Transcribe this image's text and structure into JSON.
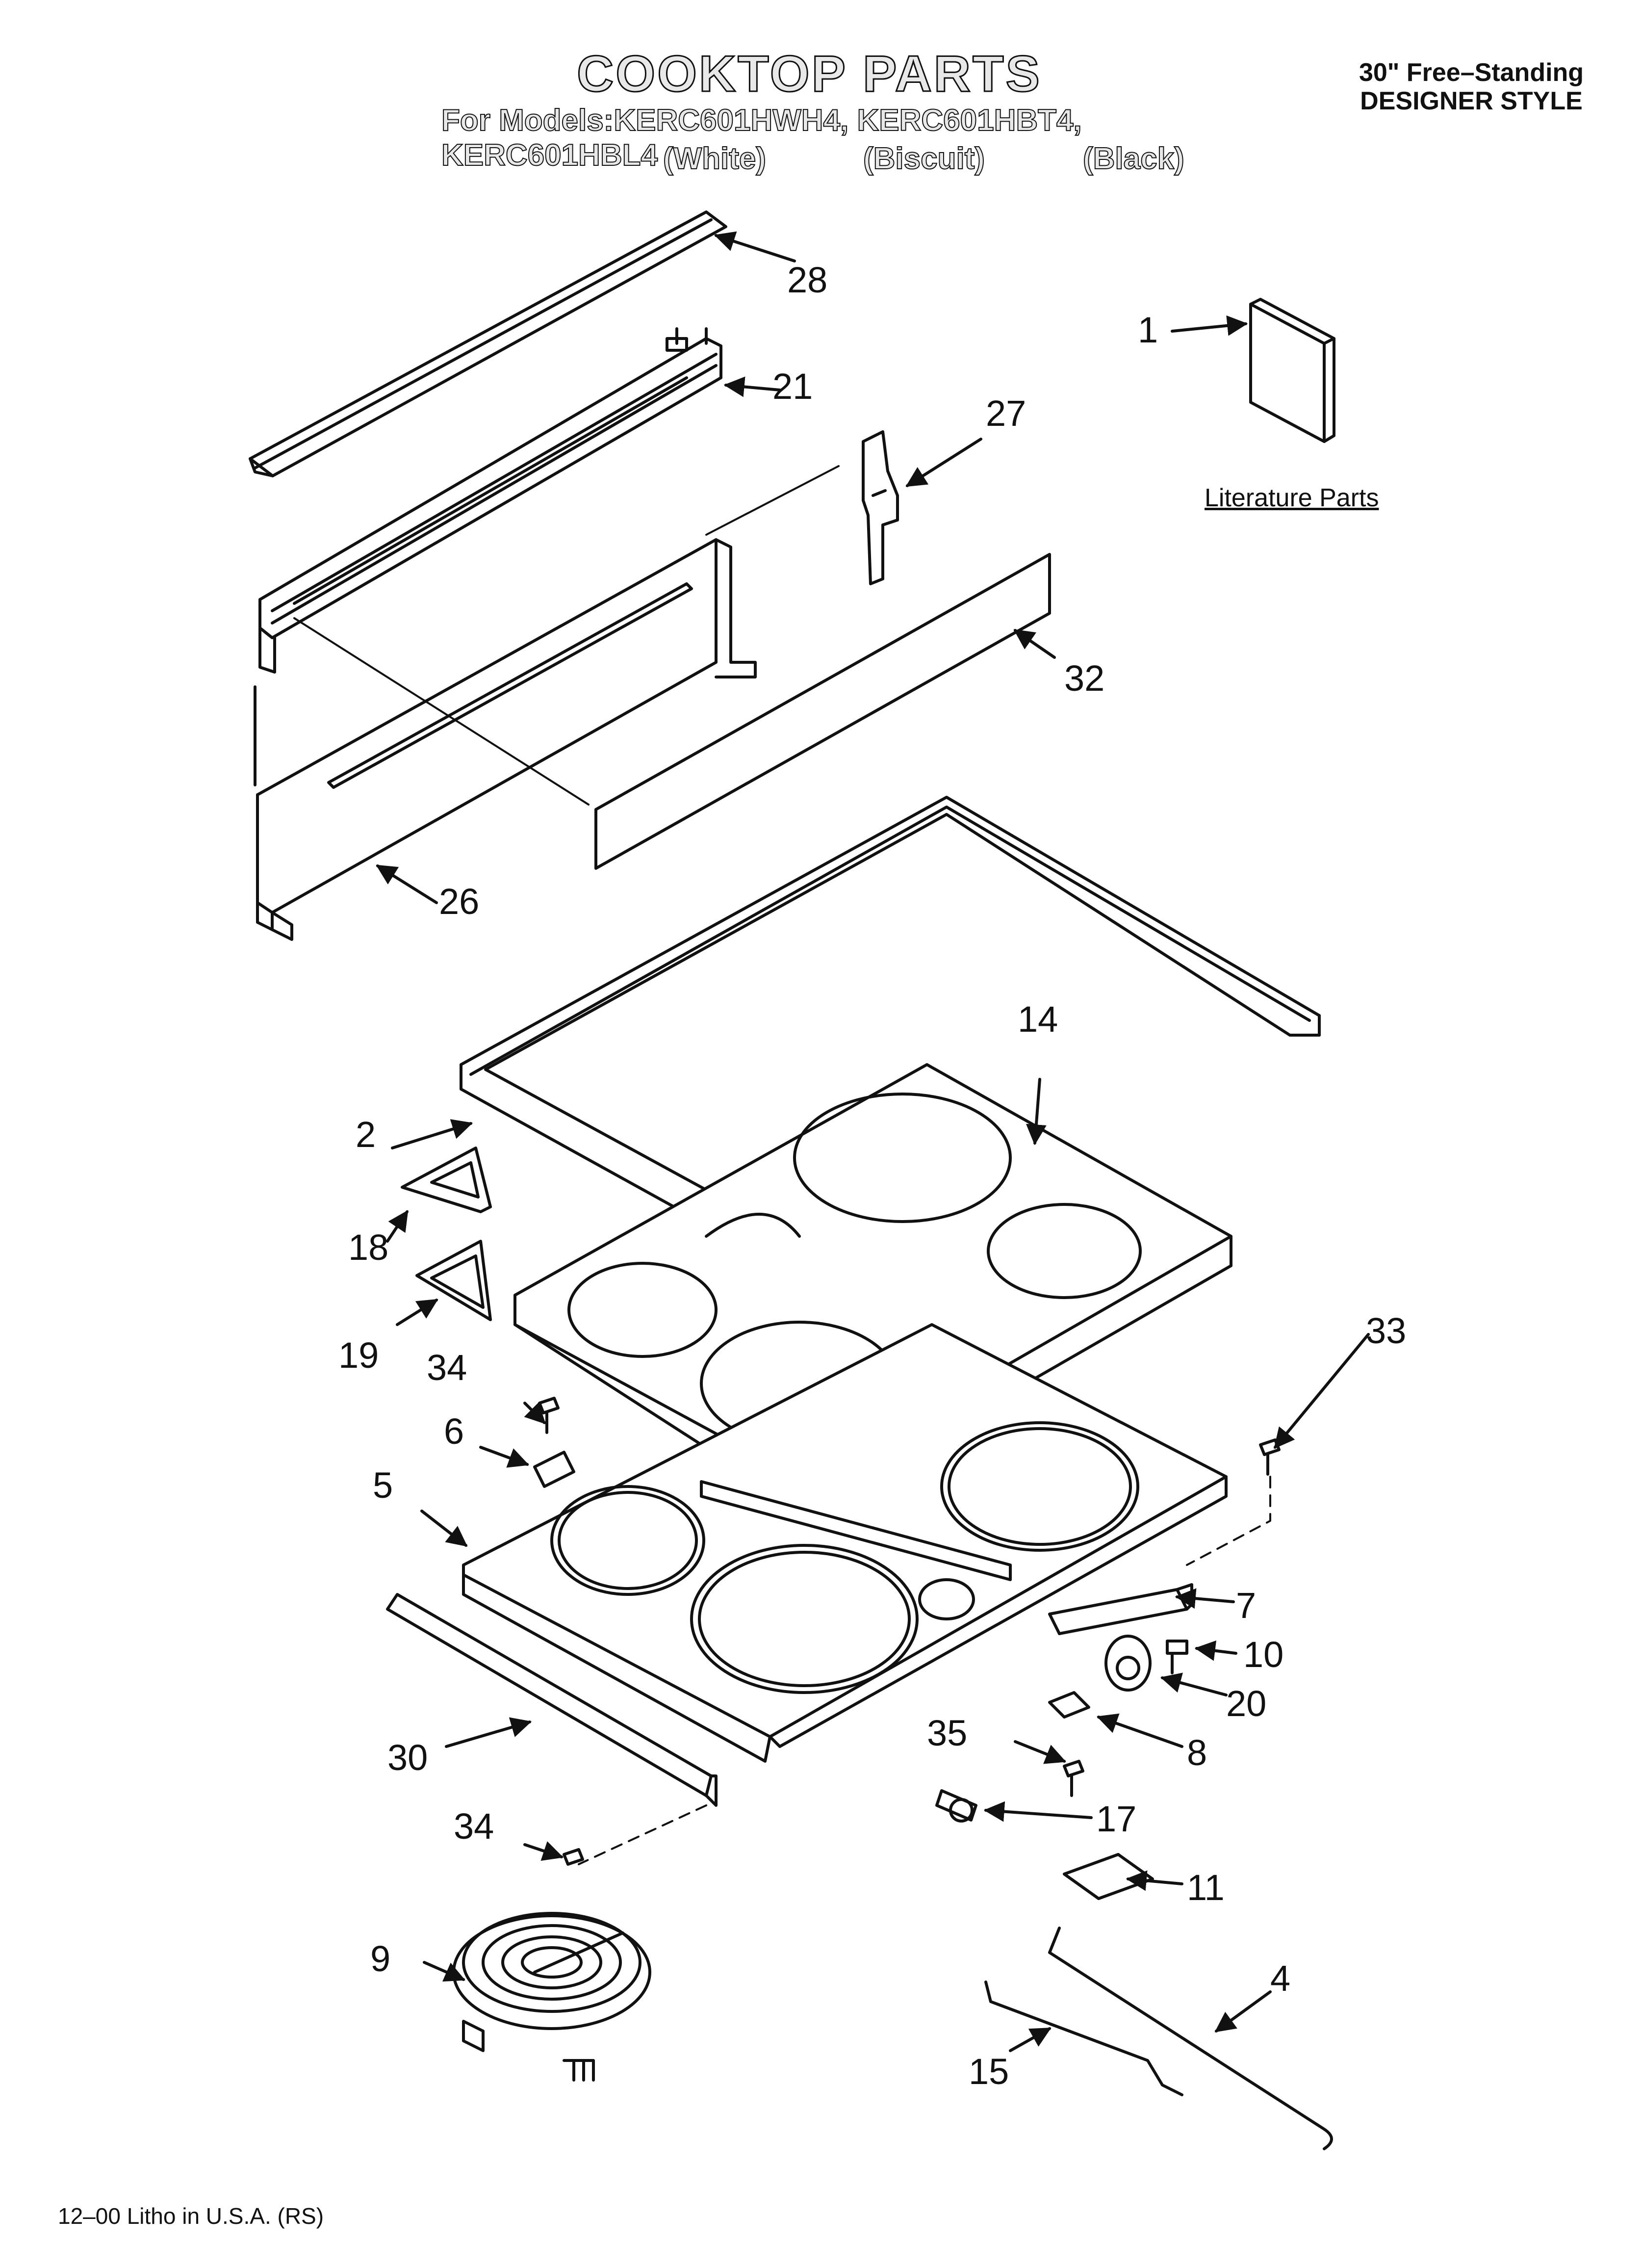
{
  "header": {
    "title": "COOKTOP PARTS",
    "models_line": "For Models:KERC601HWH4, KERC601HBT4, KERC601HBL4",
    "colors": [
      "(White)",
      "(Biscuit)",
      "(Black)"
    ],
    "style_line_1": "30\" Free–Standing",
    "style_line_2": "DESIGNER STYLE"
  },
  "literature_label": "Literature Parts",
  "callouts": [
    "1",
    "2",
    "4",
    "5",
    "6",
    "7",
    "8",
    "9",
    "10",
    "11",
    "14",
    "15",
    "17",
    "18",
    "19",
    "20",
    "21",
    "26",
    "27",
    "28",
    "30",
    "32",
    "33",
    "34",
    "34",
    "35"
  ],
  "footer": "12–00 Litho in U.S.A. (RS)"
}
